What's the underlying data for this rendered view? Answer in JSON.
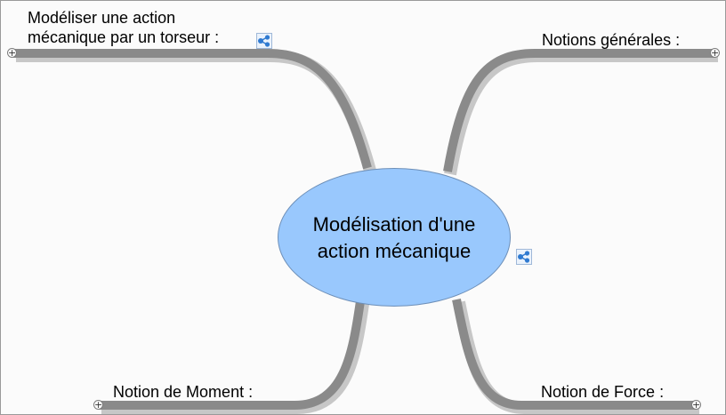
{
  "central_topic": {
    "label_line1": "Modélisation d'une",
    "label_line2": "action mécanique",
    "color": "#99c8fd"
  },
  "topics": {
    "top_left": {
      "line1": "Modéliser une action",
      "line2": "mécanique par un torseur :"
    },
    "top_right": {
      "label": "Notions générales :"
    },
    "bottom_left": {
      "label": "Notion de Moment :"
    },
    "bottom_right": {
      "label": "Notion de Force :"
    }
  },
  "icons": {
    "expander": "plus-icon",
    "linked_map": "linked-map-icon",
    "expander_glyph": "+"
  },
  "colors": {
    "branch": "#8a8a8a",
    "branch_shadow": "#c7c7c7",
    "icon_blue": "#2f7ad1"
  }
}
